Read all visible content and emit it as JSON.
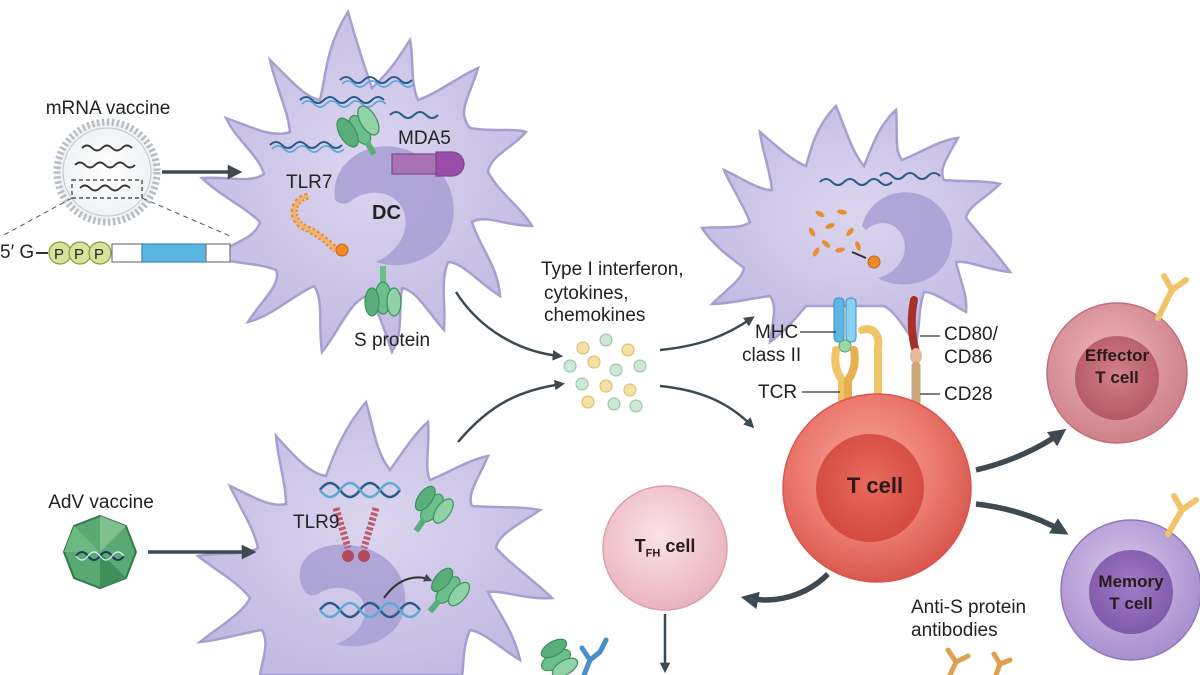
{
  "labels": {
    "mrna_vaccine": "mRNA vaccine",
    "five_prime": "5′ G",
    "cap_p": "P",
    "mda5": "MDA5",
    "tlr7": "TLR7",
    "dc": "DC",
    "s_protein": "S protein",
    "type1_ifn_line1": "Type I interferon,",
    "type1_ifn_line2": "cytokines,",
    "type1_ifn_line3": "chemokines",
    "mhc_line1": "MHC",
    "mhc_line2": "class II",
    "tcr": "TCR",
    "cd80_line1": "CD80/",
    "cd80_line2": "CD86",
    "cd28": "CD28",
    "t_cell": "T cell",
    "effector_line1": "Effector",
    "effector_line2": "T cell",
    "memory_line1": "Memory",
    "memory_line2": "T cell",
    "tfh_main": "T",
    "tfh_sub": "FH",
    "tfh_rest": " cell",
    "adv_vaccine": "AdV vaccine",
    "tlr9": "TLR9",
    "anti_s_line1": "Anti-S protein",
    "anti_s_line2": "antibodies"
  },
  "colors": {
    "dc_body": "#cbc4e6",
    "dc_outline": "#a79fd0",
    "dc_nucleus": "#a89fd4",
    "t_cell": "#e9736a",
    "effector": "#d98e93",
    "memory": "#a58fca",
    "tfh": "#f2c6cf",
    "arrow": "#3d4a52",
    "s_protein": "#6bbf8a",
    "rna": "#2a5a8a"
  },
  "icons": [
    "lipid-nanoparticle-icon",
    "adenovirus-icon",
    "s-protein-icon",
    "mda5-receptor-icon",
    "tlr7-receptor-icon",
    "tlr9-receptor-icon",
    "mrna-strand-icon",
    "dna-helix-icon",
    "antibody-icon",
    "tcr-receptor-icon",
    "mhc-receptor-icon",
    "cd28-receptor-icon"
  ]
}
